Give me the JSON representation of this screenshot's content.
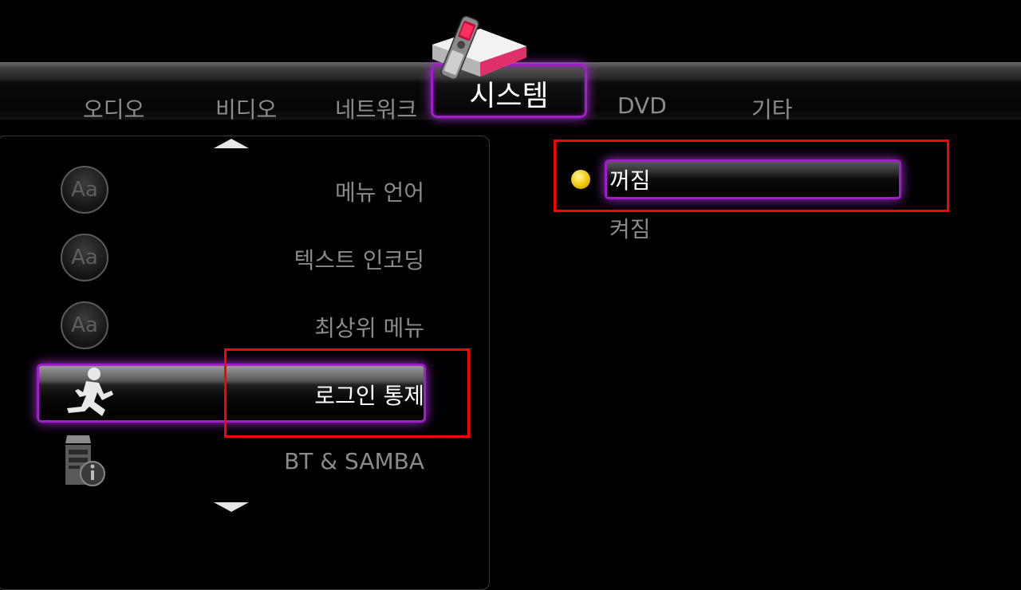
{
  "tabs": {
    "audio": "오디오",
    "video": "비디오",
    "network": "네트워크",
    "system": "시스템",
    "dvd": "DVD",
    "etc": "기타"
  },
  "menu": {
    "items": [
      {
        "label": "메뉴 언어",
        "icon": "aa-icon",
        "icon_text": "Aa"
      },
      {
        "label": "텍스트 인코딩",
        "icon": "aa-icon",
        "icon_text": "Aa"
      },
      {
        "label": "최상위 메뉴",
        "icon": "aa-icon",
        "icon_text": "Aa"
      },
      {
        "label": "로그인 통제",
        "icon": "running-man-icon",
        "selected": true
      },
      {
        "label": "BT & SAMBA",
        "icon": "server-info-icon"
      }
    ]
  },
  "options": {
    "items": [
      {
        "label": "꺼짐",
        "selected": true
      },
      {
        "label": "켜짐"
      }
    ]
  },
  "colors": {
    "highlight_border": "#a020c8",
    "annotation_red": "#ff0000",
    "selected_dot": "#f0c800"
  }
}
